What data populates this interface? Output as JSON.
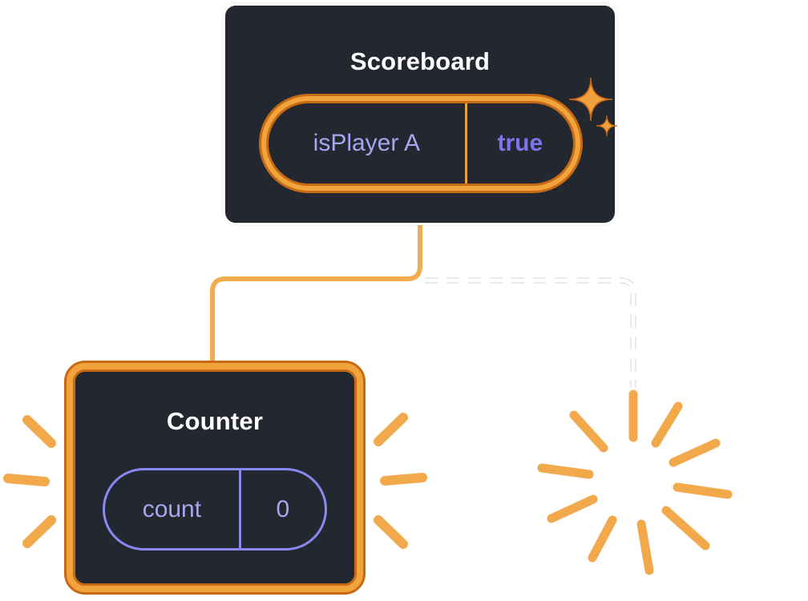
{
  "scoreboard": {
    "title": "Scoreboard",
    "state": {
      "key": "isPlayer A",
      "value": "true"
    }
  },
  "counter": {
    "title": "Counter",
    "state": {
      "key": "count",
      "value": "0"
    }
  },
  "colors": {
    "panel_bg": "#23272F",
    "panel_border_white": "#FFFFFF",
    "highlight_band_orange": "#F2A43C",
    "highlight_outline_orange": "#C76A15",
    "connector_solid_orange": "#F2AC4F",
    "connector_dashed_white": "#FFFFFF",
    "state_key_lavender": "#A6A6F1",
    "state_value_purple": "#7E74EC",
    "pill_border_purple": "#8888F0",
    "rays_orange": "#F2A94C",
    "sparkle_gold": "#F0A13C"
  },
  "icons": {
    "sparkle": "✦",
    "poof_burst": "radial-rays",
    "emphasis_rays": "side-rays"
  }
}
